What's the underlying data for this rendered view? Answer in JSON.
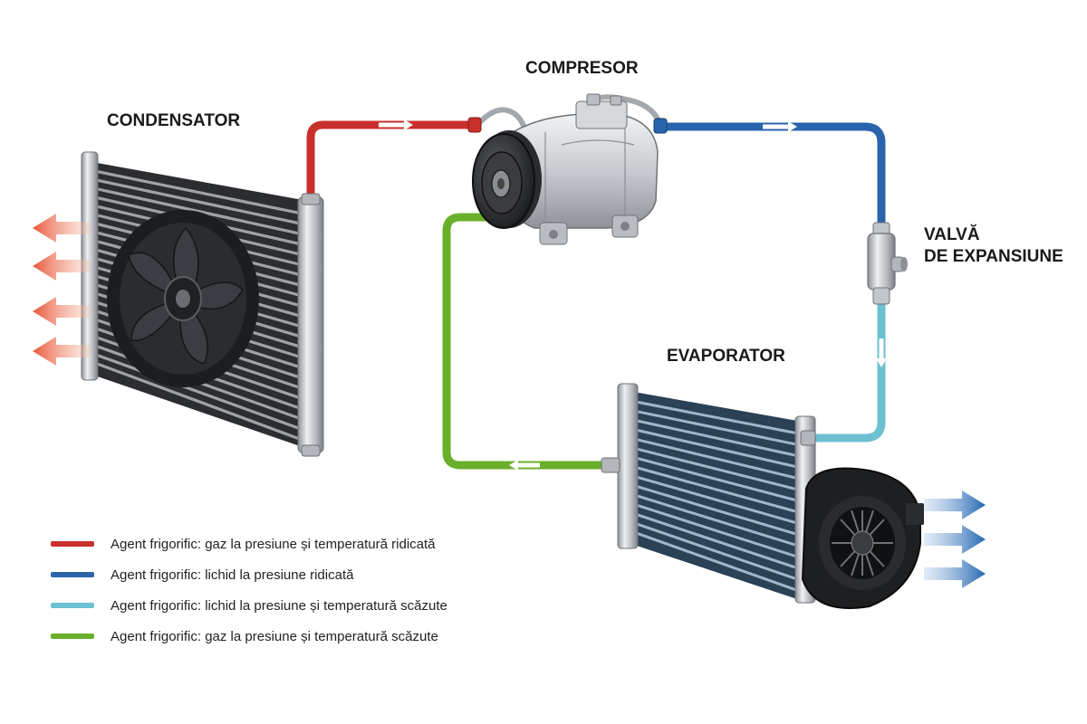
{
  "labels": {
    "condenser": "CONDENSATOR",
    "compressor": "COMPRESOR",
    "valve_line1": "VALVĂ",
    "valve_line2": "DE EXPANSIUNE",
    "evaporator": "EVAPORATOR"
  },
  "colors": {
    "high_pressure_gas": "#c9302c",
    "high_pressure_liquid": "#2a64ad",
    "low_pressure_liquid": "#6cc0d2",
    "low_pressure_gas": "#6aaf2a",
    "hot_air": "#ea6a4a",
    "cold_air": "#2f6fb8"
  },
  "legend": [
    {
      "text": "Agent frigorific: gaz la presiune și temperatură ridicată",
      "color": "#c9302c"
    },
    {
      "text": "Agent frigorific: lichid la presiune ridicată",
      "color": "#2a64ad"
    },
    {
      "text": "Agent frigorific: lichid la presiune și temperatură scăzute",
      "color": "#6cc0d2"
    },
    {
      "text": "Agent frigorific: gaz la presiune și temperatură scăzute",
      "color": "#6aaf2a"
    }
  ],
  "icons": [
    "fan-icon",
    "blower-icon",
    "hot-air-arrow-icon",
    "cold-air-arrow-icon",
    "flow-direction-arrow-icon"
  ]
}
